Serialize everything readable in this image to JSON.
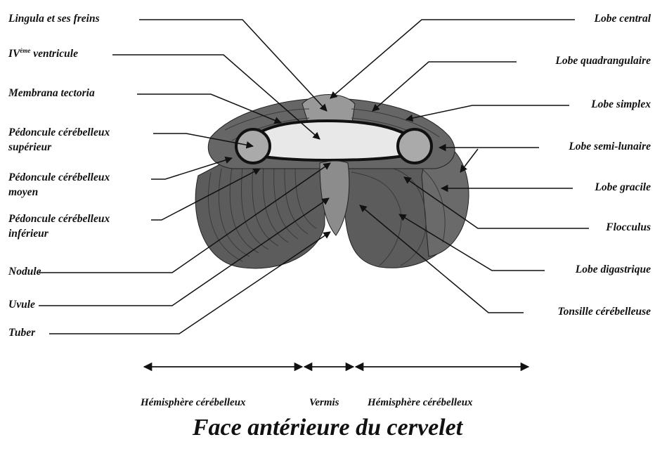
{
  "labels_left": {
    "lingula": "Lingula et ses freins",
    "ventricle_base": "IV",
    "ventricle_sup": "ème",
    "ventricle_rest": " ventricule",
    "membrana": "Membrana tectoria",
    "ped_sup_1": "Pédoncule cérébelleux",
    "ped_sup_2": "supérieur",
    "ped_moy_1": "Pédoncule cérébelleux",
    "ped_moy_2": "moyen",
    "ped_inf_1": "Pédoncule cérébelleux",
    "ped_inf_2": "inférieur",
    "nodule": "Nodule",
    "uvule": "Uvule",
    "tuber": "Tuber"
  },
  "labels_right": {
    "lobe_central": "Lobe central",
    "lobe_quadrangulaire": "Lobe quadrangulaire",
    "lobe_simplex": "Lobe simplex",
    "lobe_semi_lunaire": "Lobe semi-lunaire",
    "lobe_gracile": "Lobe gracile",
    "flocculus": "Flocculus",
    "lobe_digastrique": "Lobe digastrique",
    "tonsille": "Tonsille cérébelleuse"
  },
  "regions": {
    "left_hemisphere": "Hémisphère cérébelleux",
    "vermis": "Vermis",
    "right_hemisphere": "Hémisphère cérébelleux"
  },
  "title": "Face antérieure du cervelet",
  "colors": {
    "hemisphere_dark": "#5c5c5c",
    "hemisphere_mid": "#7a7a7a",
    "vermis_light": "#9a9a9a",
    "ventricle": "#e8e8e8",
    "line": "#111111"
  }
}
